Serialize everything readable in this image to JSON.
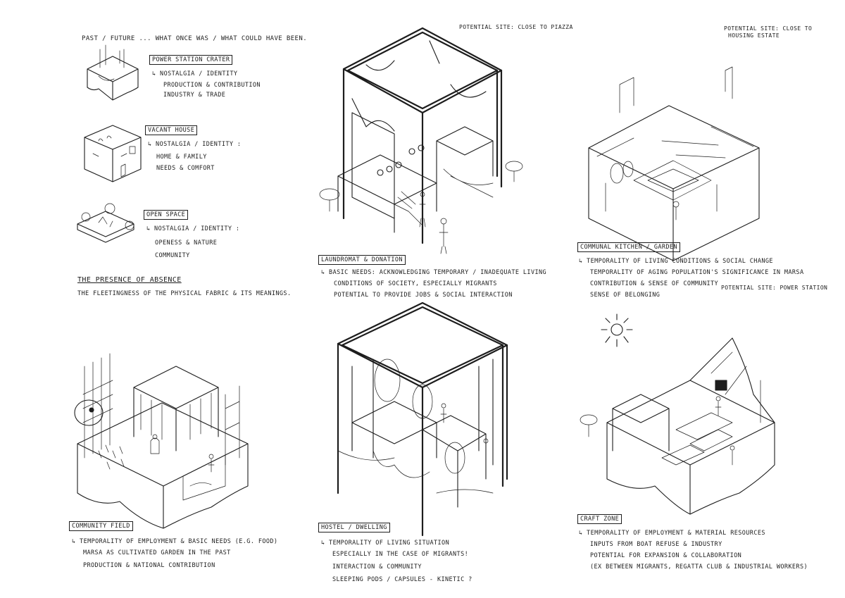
{
  "panel1": {
    "header": "PAST / FUTURE ... WHAT ONCE WAS / WHAT COULD HAVE BEEN.",
    "items": [
      {
        "label": "POWER STATION CRATER",
        "lines": [
          "NOSTALGIA / IDENTITY",
          "PRODUCTION & CONTRIBUTION",
          "INDUSTRY & TRADE"
        ]
      },
      {
        "label": "VACANT HOUSE",
        "lines": [
          "NOSTALGIA / IDENTITY :",
          "HOME & FAMILY",
          "NEEDS & COMFORT"
        ]
      },
      {
        "label": "OPEN SPACE",
        "lines": [
          "NOSTALGIA / IDENTITY :",
          "OPENESS & NATURE",
          "COMMUNITY"
        ]
      }
    ],
    "title": "THE PRESENCE OF ABSENCE",
    "subtitle": "THE FLEETINGNESS OF THE PHYSICAL FABRIC & ITS MEANINGS."
  },
  "panel2": {
    "site_note": "POTENTIAL SITE: CLOSE TO PIAZZA",
    "label": "LAUNDROMAT & DONATION",
    "lines": [
      "BASIC NEEDS: ACKNOWLEDGING TEMPORARY / INADEQUATE LIVING",
      "CONDITIONS OF SOCIETY, ESPECIALLY MIGRANTS",
      "POTENTIAL TO PROVIDE JOBS & SOCIAL INTERACTION"
    ]
  },
  "panel3": {
    "site_note_1": "POTENTIAL SITE: CLOSE TO",
    "site_note_2": "HOUSING ESTATE",
    "label": "COMMUNAL KITCHEN / GARDEN",
    "lines": [
      "TEMPORALITY OF LIVING CONDITIONS & SOCIAL CHANGE",
      "TEMPORALITY OF AGING POPULATION'S SIGNIFICANCE IN MARSA",
      "CONTRIBUTION & SENSE OF COMMUNITY",
      "SENSE OF BELONGING"
    ],
    "side_note": "POTENTIAL SITE: POWER STATION"
  },
  "panel4": {
    "label": "COMMUNITY FIELD",
    "lines": [
      "TEMPORALITY OF EMPLOYMENT & BASIC NEEDS (E.G. FOOD)",
      "MARSA AS CULTIVATED GARDEN IN THE PAST",
      "PRODUCTION & NATIONAL CONTRIBUTION"
    ]
  },
  "panel5": {
    "label": "HOSTEL / DWELLING",
    "lines": [
      "TEMPORALITY OF LIVING SITUATION",
      "ESPECIALLY IN THE CASE OF MIGRANTS!",
      "INTERACTION & COMMUNITY",
      "SLEEPING PODS / CAPSULES - KINETIC ?"
    ]
  },
  "panel6": {
    "label": "CRAFT ZONE",
    "lines": [
      "TEMPORALITY OF EMPLOYMENT & MATERIAL RESOURCES",
      "INPUTS FROM BOAT REFUSE & INDUSTRY",
      "POTENTIAL FOR EXPANSION & COLLABORATION",
      "(EX BETWEEN MIGRANTS, REGATTA CLUB & INDUSTRIAL WORKERS)"
    ]
  },
  "icons": [
    "sun-icon",
    "tree-icon",
    "person-icon",
    "arrow-icon"
  ]
}
